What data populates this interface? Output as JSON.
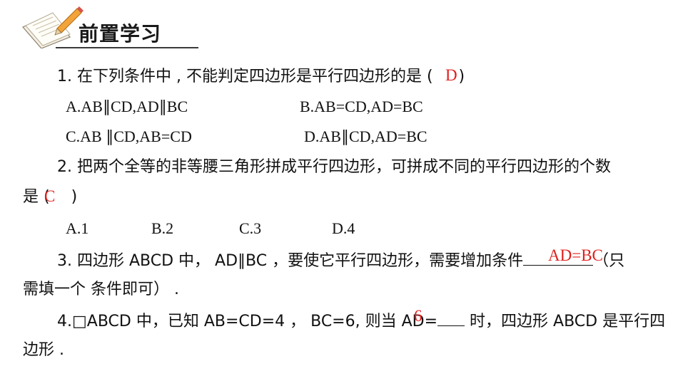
{
  "header": {
    "title": "前置学习"
  },
  "q1": {
    "stem": "1. 在下列条件中 , 不能判定四边形是平行四边形的是 (",
    "close": ")",
    "answer": "D",
    "options": [
      "A.AB∥CD,AD∥BC",
      "B.AB=CD,AD=BC",
      "C.AB ∥CD,AB=CD",
      "D.AB∥CD,AD=BC"
    ]
  },
  "q2": {
    "stem": "2. 把两个全等的非等腰三角形拼成平行四边形，可拼成不同的平行四边形的个数",
    "stem2": "是 (",
    "close": ")",
    "answer": "C",
    "options": [
      "A.1",
      "B.2",
      "C.3",
      "D.4"
    ]
  },
  "q3": {
    "stem": "3.  四边形 ABCD 中， AD∥BC ，要使它平行四边形，需要增加条件",
    "tail": "（只",
    "stem2": "需填一个 条件即可） .",
    "answer": "AD=BC"
  },
  "q4": {
    "stem": "4.□ABCD 中，已知 AB=CD=4 ， BC=6, 则当 AD=",
    "tail": " 时，四边形 ABCD 是平行四",
    "stem2": "边形 .",
    "answer": "6"
  }
}
